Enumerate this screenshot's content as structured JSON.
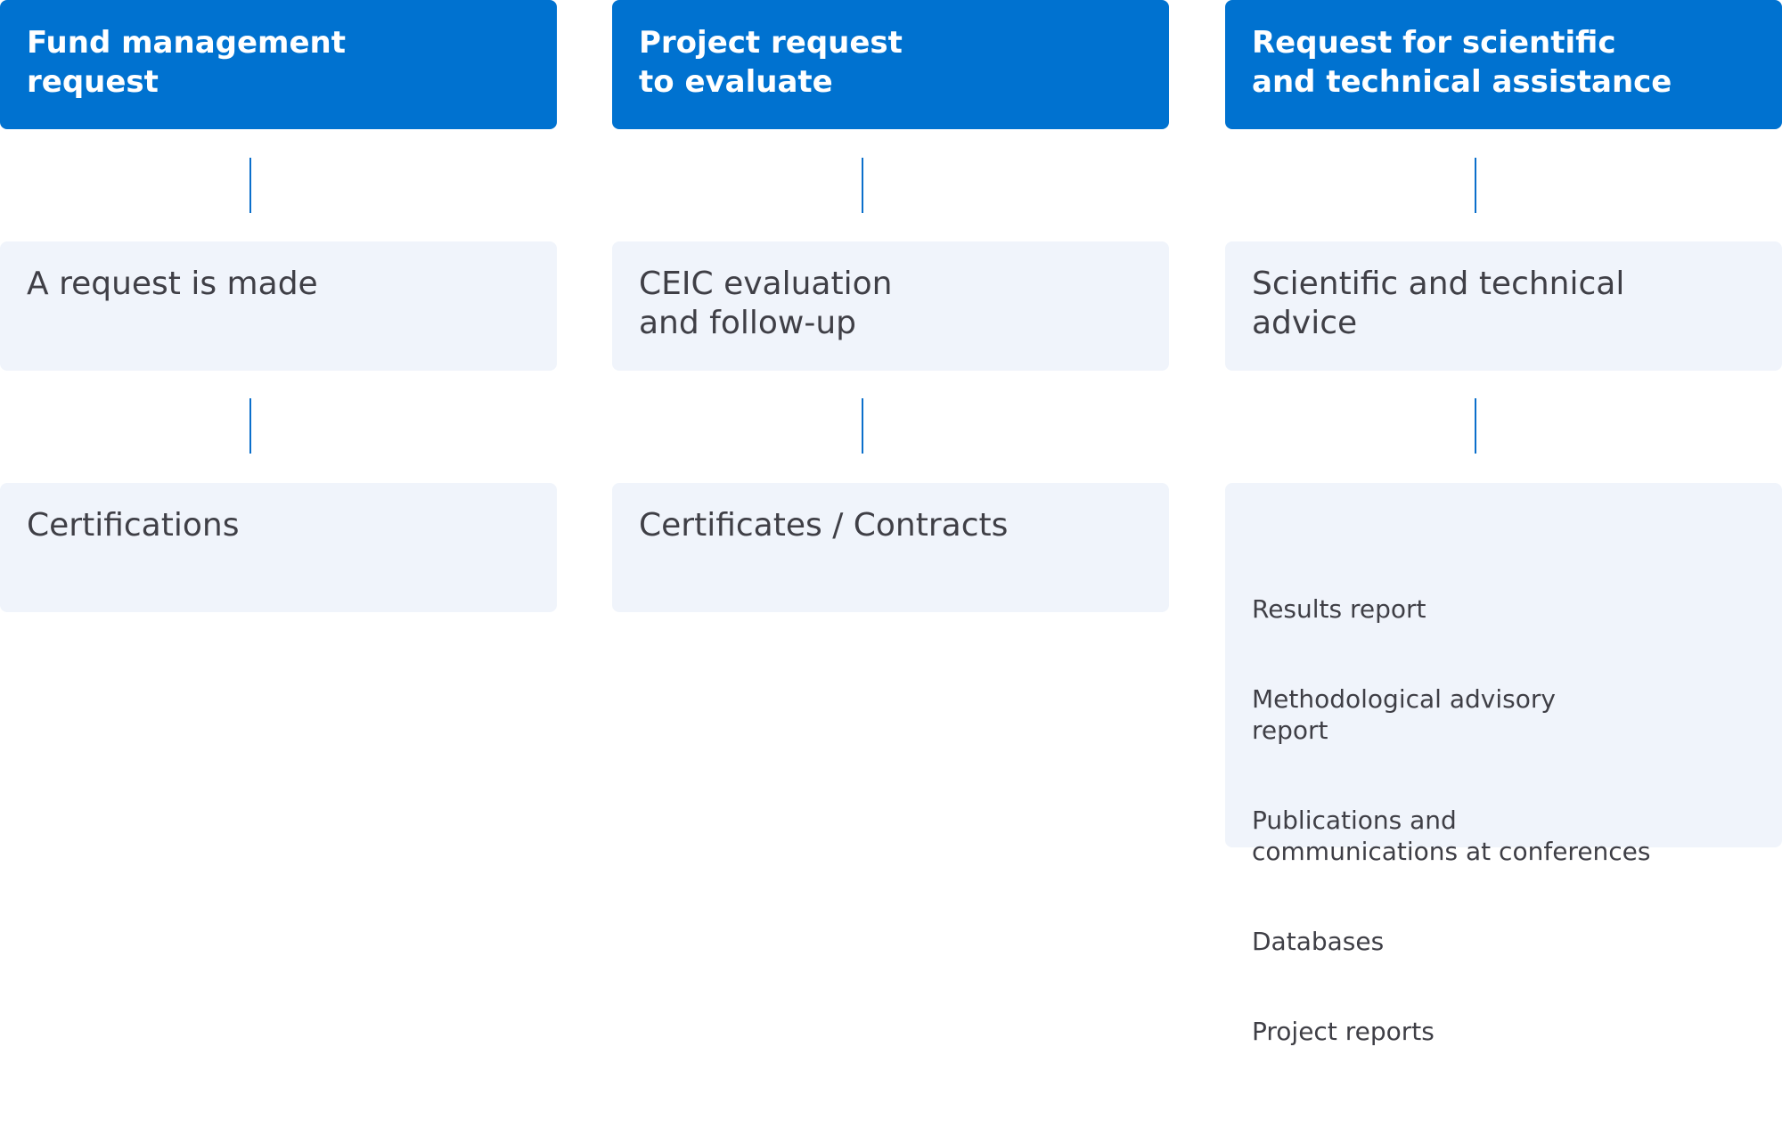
{
  "columns": [
    {
      "header": "Fund management\nrequest",
      "step": "A request is made",
      "output": "Certifications"
    },
    {
      "header": "Project request\nto evaluate",
      "step": "CEIC evaluation\nand follow-up",
      "output": "Certificates / Contracts"
    },
    {
      "header": "Request for scientific\nand technical assistance",
      "step": "Scientific and technical\nadvice",
      "outputs": [
        "Results report",
        "Methodological advisory\nreport",
        "Publications and\ncommunications at conferences",
        "Databases",
        "Project reports"
      ]
    }
  ],
  "colors": {
    "header_bg": "#0072d0",
    "connector": "#0b6fcb",
    "box_bg": "#f0f4fb",
    "text": "#3f3f46"
  }
}
